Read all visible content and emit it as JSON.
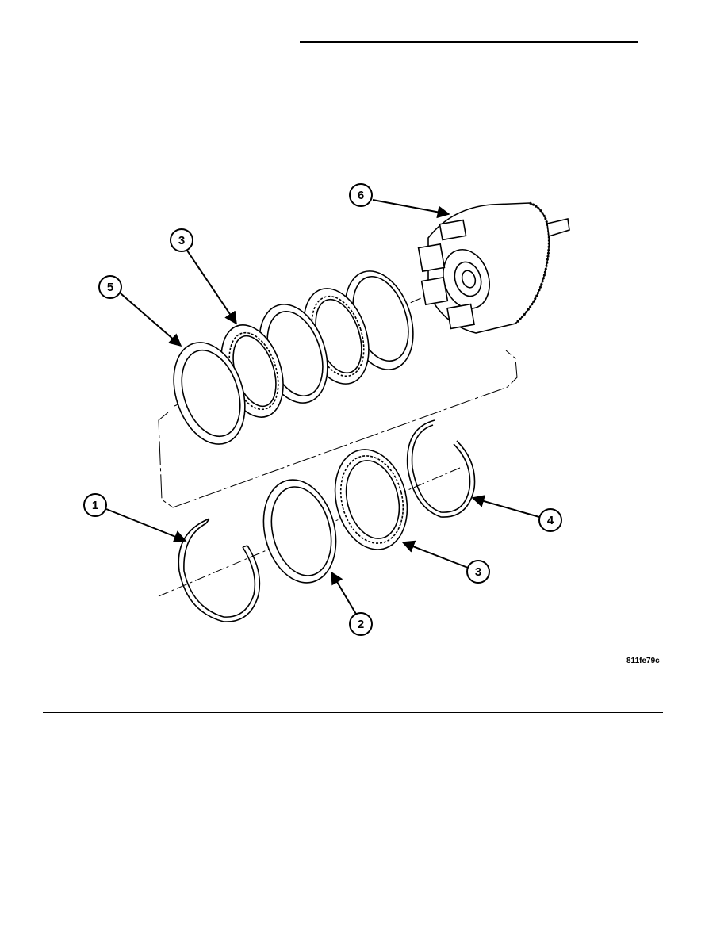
{
  "figure": {
    "code": "811fe79c",
    "callouts": [
      {
        "id": "c1",
        "label": "1"
      },
      {
        "id": "c2",
        "label": "2"
      },
      {
        "id": "c3a",
        "label": "3"
      },
      {
        "id": "c3b",
        "label": "3"
      },
      {
        "id": "c4",
        "label": "4"
      },
      {
        "id": "c5",
        "label": "5"
      },
      {
        "id": "c6",
        "label": "6"
      }
    ]
  }
}
